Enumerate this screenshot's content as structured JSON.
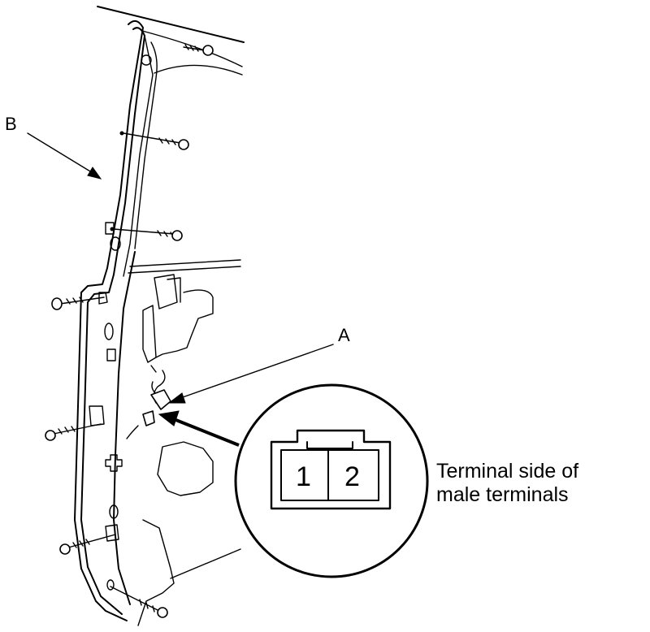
{
  "labels": {
    "callout_b": "B",
    "callout_a": "A"
  },
  "connector": {
    "pins": [
      "1",
      "2"
    ],
    "caption_line1": "Terminal side of",
    "caption_line2": "male terminals"
  }
}
